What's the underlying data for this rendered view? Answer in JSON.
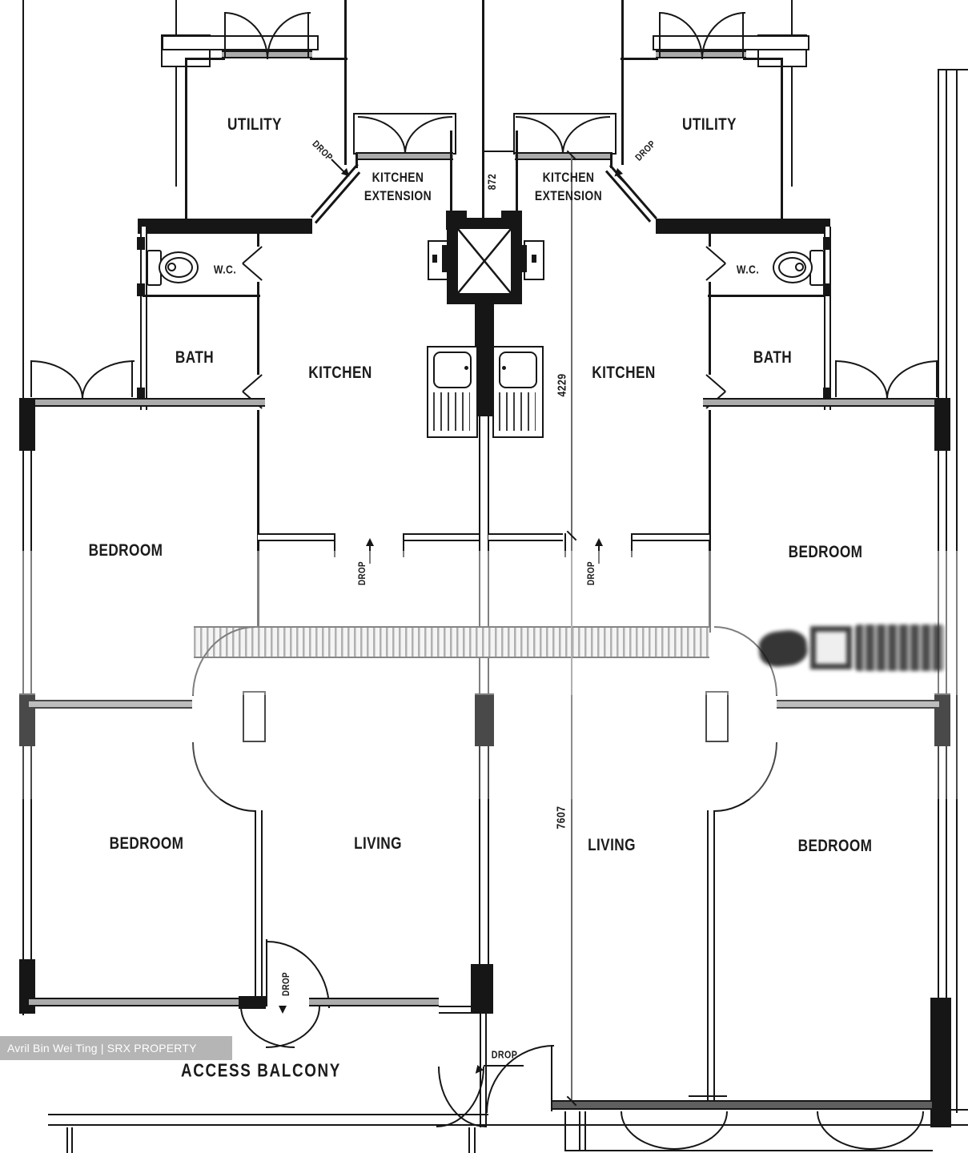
{
  "document": {
    "type": "apartment-floor-plan",
    "units": 2
  },
  "rooms": {
    "utility": "UTILITY",
    "kitchen_extension_line1": "KITCHEN",
    "kitchen_extension_line2": "EXTENSION",
    "wc": "W.C.",
    "bath": "BATH",
    "kitchen": "KITCHEN",
    "bedroom": "BEDROOM",
    "living": "LIVING",
    "access_balcony": "ACCESS BALCONY"
  },
  "annotations": {
    "drop": "DROP"
  },
  "dimensions": {
    "lobby_width": "872",
    "upper_depth": "4229",
    "lower_depth": "7607"
  },
  "watermark": {
    "text": "Avril Bin Wei Ting | SRX PROPERTY",
    "bg": "#b5b5b5",
    "color": "#ffffff"
  },
  "colors": {
    "line": "#161616",
    "wall_gray": "#ababab",
    "paper": "#ffffff"
  }
}
